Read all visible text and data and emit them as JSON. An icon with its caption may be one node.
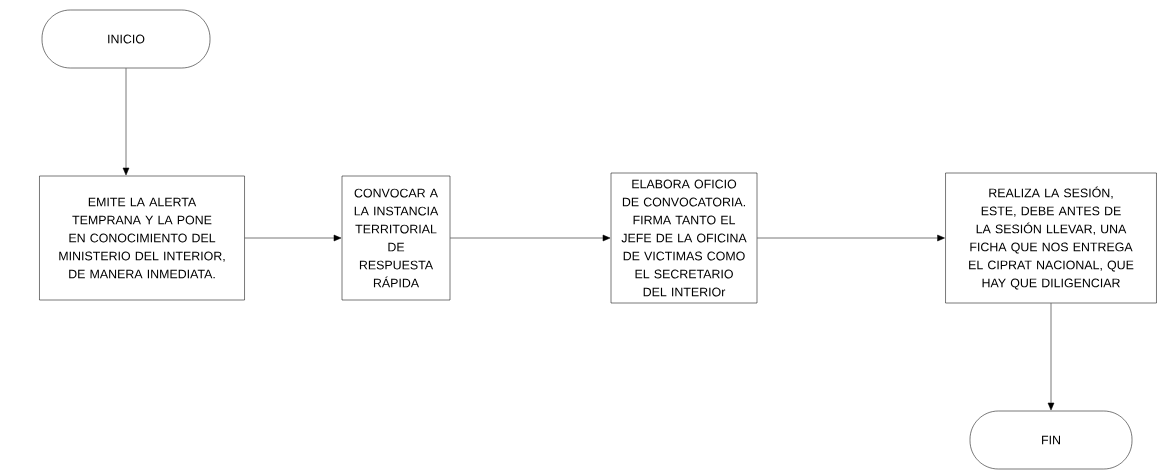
{
  "diagram": {
    "nodes": [
      {
        "text": [
          "INICIO"
        ]
      },
      {
        "text": [
          "EMITE LA ALERTA TEMPRANA Y LA PONE EN CONOCIMIENTO DEL MINISTERIO DEL INTERIOR, DE MANERA INMEDIATA."
        ]
      },
      {
        "text": [
          "CONVOCAR A LA INSTANCIA TERRITORIAL DE RESPUESTA RÁPIDA"
        ]
      },
      {
        "text": [
          "ELABORA OFICIO DE CONVOCATORIA. FIRMA TANTO EL JEFE DE LA OFICINA DE VICTIMAS COMO EL SECRETARIO DEL INTERIOr"
        ]
      },
      {
        "text": [
          "REALIZA LA SESIÓN, ESTE, DEBE ANTES DE LA SESIÓN LLEVAR, UNA FICHA QUE NOS ENTREGA EL CIPRAT NACIONAL, QUE HAY QUE DILIGENCIAR"
        ]
      },
      {
        "text": [
          "FIN"
        ]
      }
    ],
    "edges": [
      {
        "from": 0,
        "to": 1,
        "arrow": "to"
      },
      {
        "from": 1,
        "to": 2,
        "arrow": "to"
      },
      {
        "from": 2,
        "to": 3,
        "arrow": "to"
      },
      {
        "from": 3,
        "to": 4,
        "arrow": "to"
      },
      {
        "from": 4,
        "to": 5,
        "arrow": "to"
      }
    ]
  }
}
